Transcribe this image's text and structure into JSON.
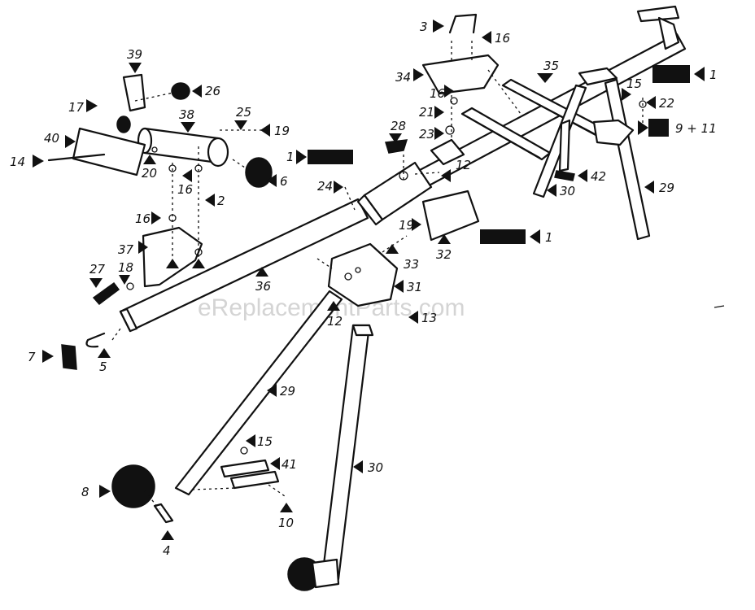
{
  "watermark": "eReplacementParts.com",
  "callouts": {
    "c1a": "1",
    "c1b": "1",
    "c1c": "1",
    "c2": "2",
    "c3": "3",
    "c4": "4",
    "c5": "5",
    "c6": "6",
    "c7": "7",
    "c8": "8",
    "c10": "10",
    "c12a": "12",
    "c12b": "12",
    "c13": "13",
    "c14": "14",
    "c15a": "15",
    "c15b": "15",
    "c16a": "16",
    "c16b": "16",
    "c16c": "16",
    "c16d": "16",
    "c17": "17",
    "c18": "18",
    "c19a": "19",
    "c19b": "19",
    "c20": "20",
    "c21": "21",
    "c22": "22",
    "c23": "23",
    "c24": "24",
    "c25": "25",
    "c26": "26",
    "c27": "27",
    "c28": "28",
    "c29a": "29",
    "c29b": "29",
    "c30a": "30",
    "c30b": "30",
    "c31": "31",
    "c32": "32",
    "c33": "33",
    "c34": "34",
    "c35": "35",
    "c36": "36",
    "c37": "37",
    "c38": "38",
    "c39": "39",
    "c40": "40",
    "c41": "41",
    "c42": "42",
    "c9_11": "9 + 11"
  }
}
